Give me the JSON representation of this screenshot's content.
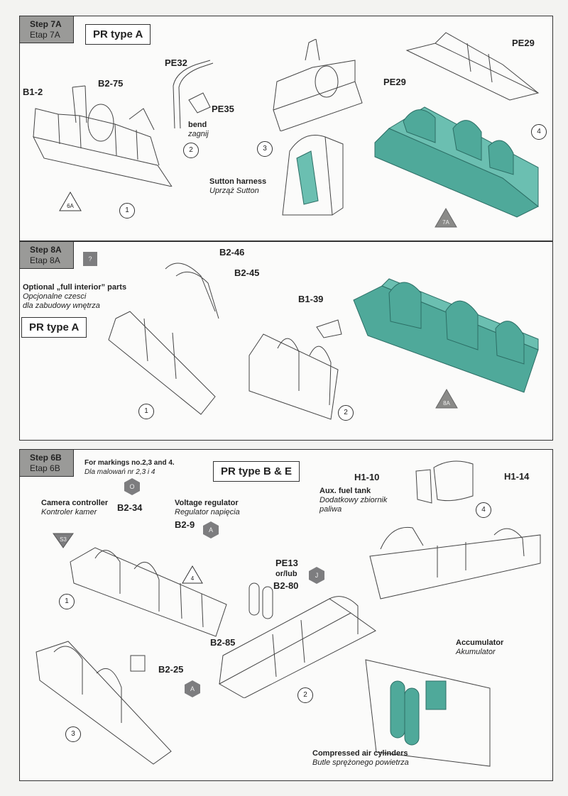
{
  "step7a": {
    "step": "Step 7A",
    "etap": "Etap 7A",
    "type": "PR type A",
    "parts": [
      "B1-2",
      "B2-75",
      "PE32",
      "PE35",
      "PE29",
      "PE29"
    ],
    "bend": "bend",
    "bend_pl": "zagnij",
    "harness": "Sutton harness",
    "harness_pl": "Uprząż Sutton",
    "nums": [
      "1",
      "2",
      "3",
      "4"
    ],
    "tri_ref": "6A",
    "result_ref": "7A"
  },
  "step8a": {
    "step": "Step 8A",
    "etap": "Etap 8A",
    "icon": "?",
    "optional": "Optional „full interior” parts",
    "optional_pl1": "Opcjonalne czesci",
    "optional_pl2": "dla zabudowy wnętrza",
    "type": "PR type A",
    "parts": [
      "B2-46",
      "B2-45",
      "B1-39"
    ],
    "nums": [
      "1",
      "2"
    ],
    "result_ref": "8A"
  },
  "step6b": {
    "step": "Step 6B",
    "etap": "Etap 6B",
    "markings": "For markings no.2,3 and 4.",
    "markings_pl": "Dla malowań nr 2,3 i 4",
    "type": "PR type B & E",
    "hex_o": "O",
    "camera": "Camera controller",
    "camera_pl": "Kontroler kamer",
    "voltage": "Voltage regulator",
    "voltage_pl": "Regulator napięcia",
    "parts": {
      "b234": "B2-34",
      "b29": "B2-9",
      "pe13": "PE13",
      "orlub": "or/lub",
      "b280": "B2-80",
      "b285": "B2-85",
      "b225": "B2-25",
      "h110": "H1-10",
      "h114": "H1-14"
    },
    "hex_a1": "A",
    "hex_j": "J",
    "hex_a2": "A",
    "arrow_ref": "S3",
    "tri_ref": "4",
    "aux": "Aux. fuel tank",
    "aux_pl1": "Dodatkowy zbiornik",
    "aux_pl2": "paliwa",
    "accum": "Accumulator",
    "accum_pl": "Akumulator",
    "cyl": "Compressed air cylinders",
    "cyl_pl": "Butle sprężonego powietrza",
    "nums": [
      "1",
      "2",
      "3",
      "4"
    ]
  }
}
